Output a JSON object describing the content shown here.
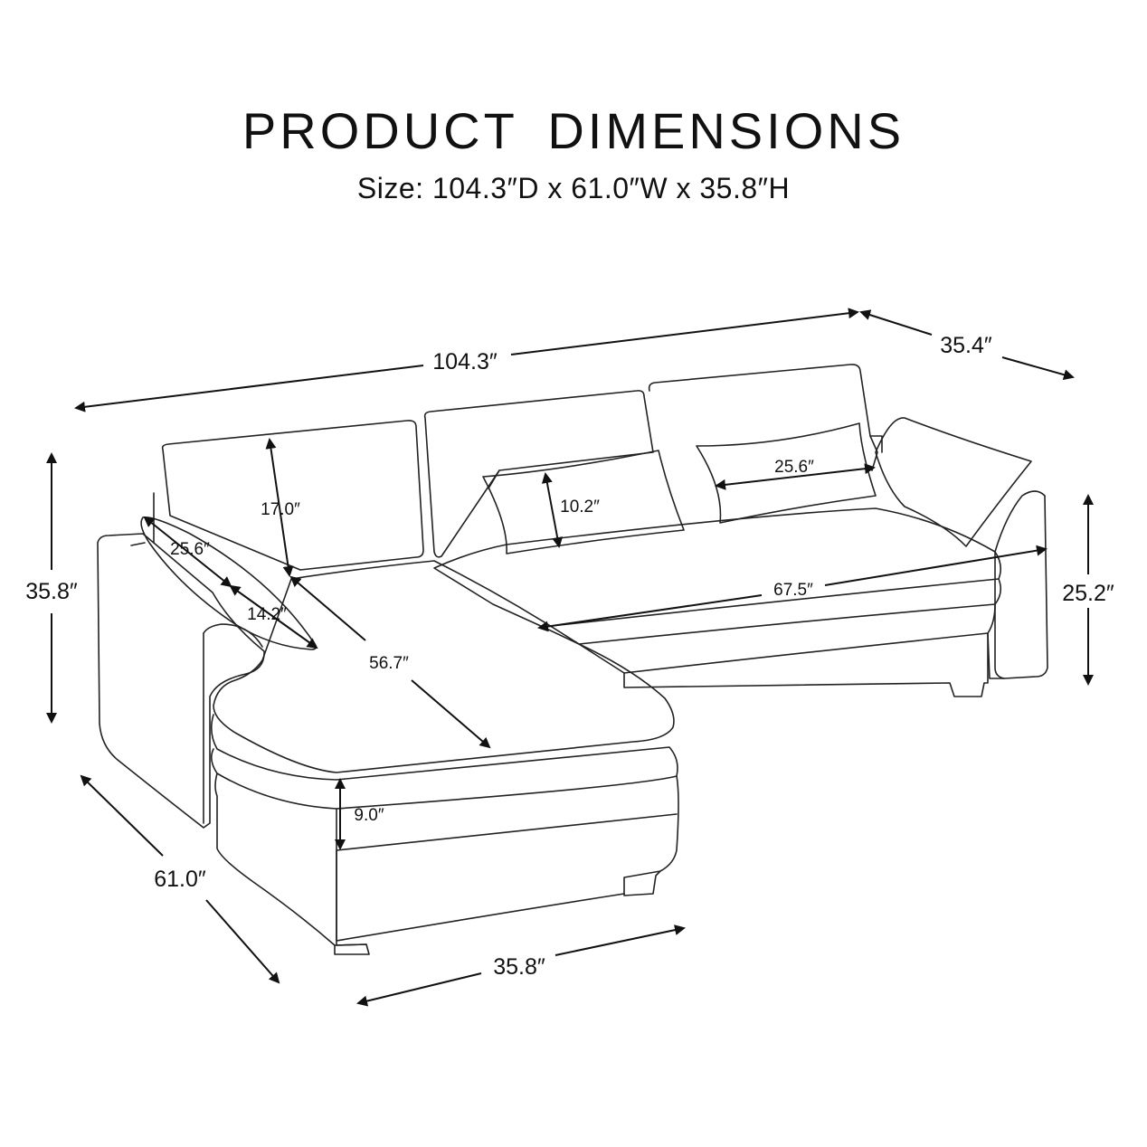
{
  "title": "PRODUCT DIMENSIONS",
  "subtitle": "Size: 104.3″D x 61.0″W x 35.8″H",
  "dimensions": {
    "overall_length": "104.3″",
    "depth_right": "35.4″",
    "height_left": "35.8″",
    "height_right": "25.2″",
    "back_cushion_height": "17.0″",
    "left_pillow_length": "25.6″",
    "left_pillow_width": "14.2″",
    "chaise_length": "56.7″",
    "pillow_center_height": "10.2″",
    "pillow_right_length": "25.6″",
    "seat_length": "67.5″",
    "seat_thickness": "9.0″",
    "chaise_side_width": "61.0″",
    "chaise_front_width": "35.8″"
  }
}
